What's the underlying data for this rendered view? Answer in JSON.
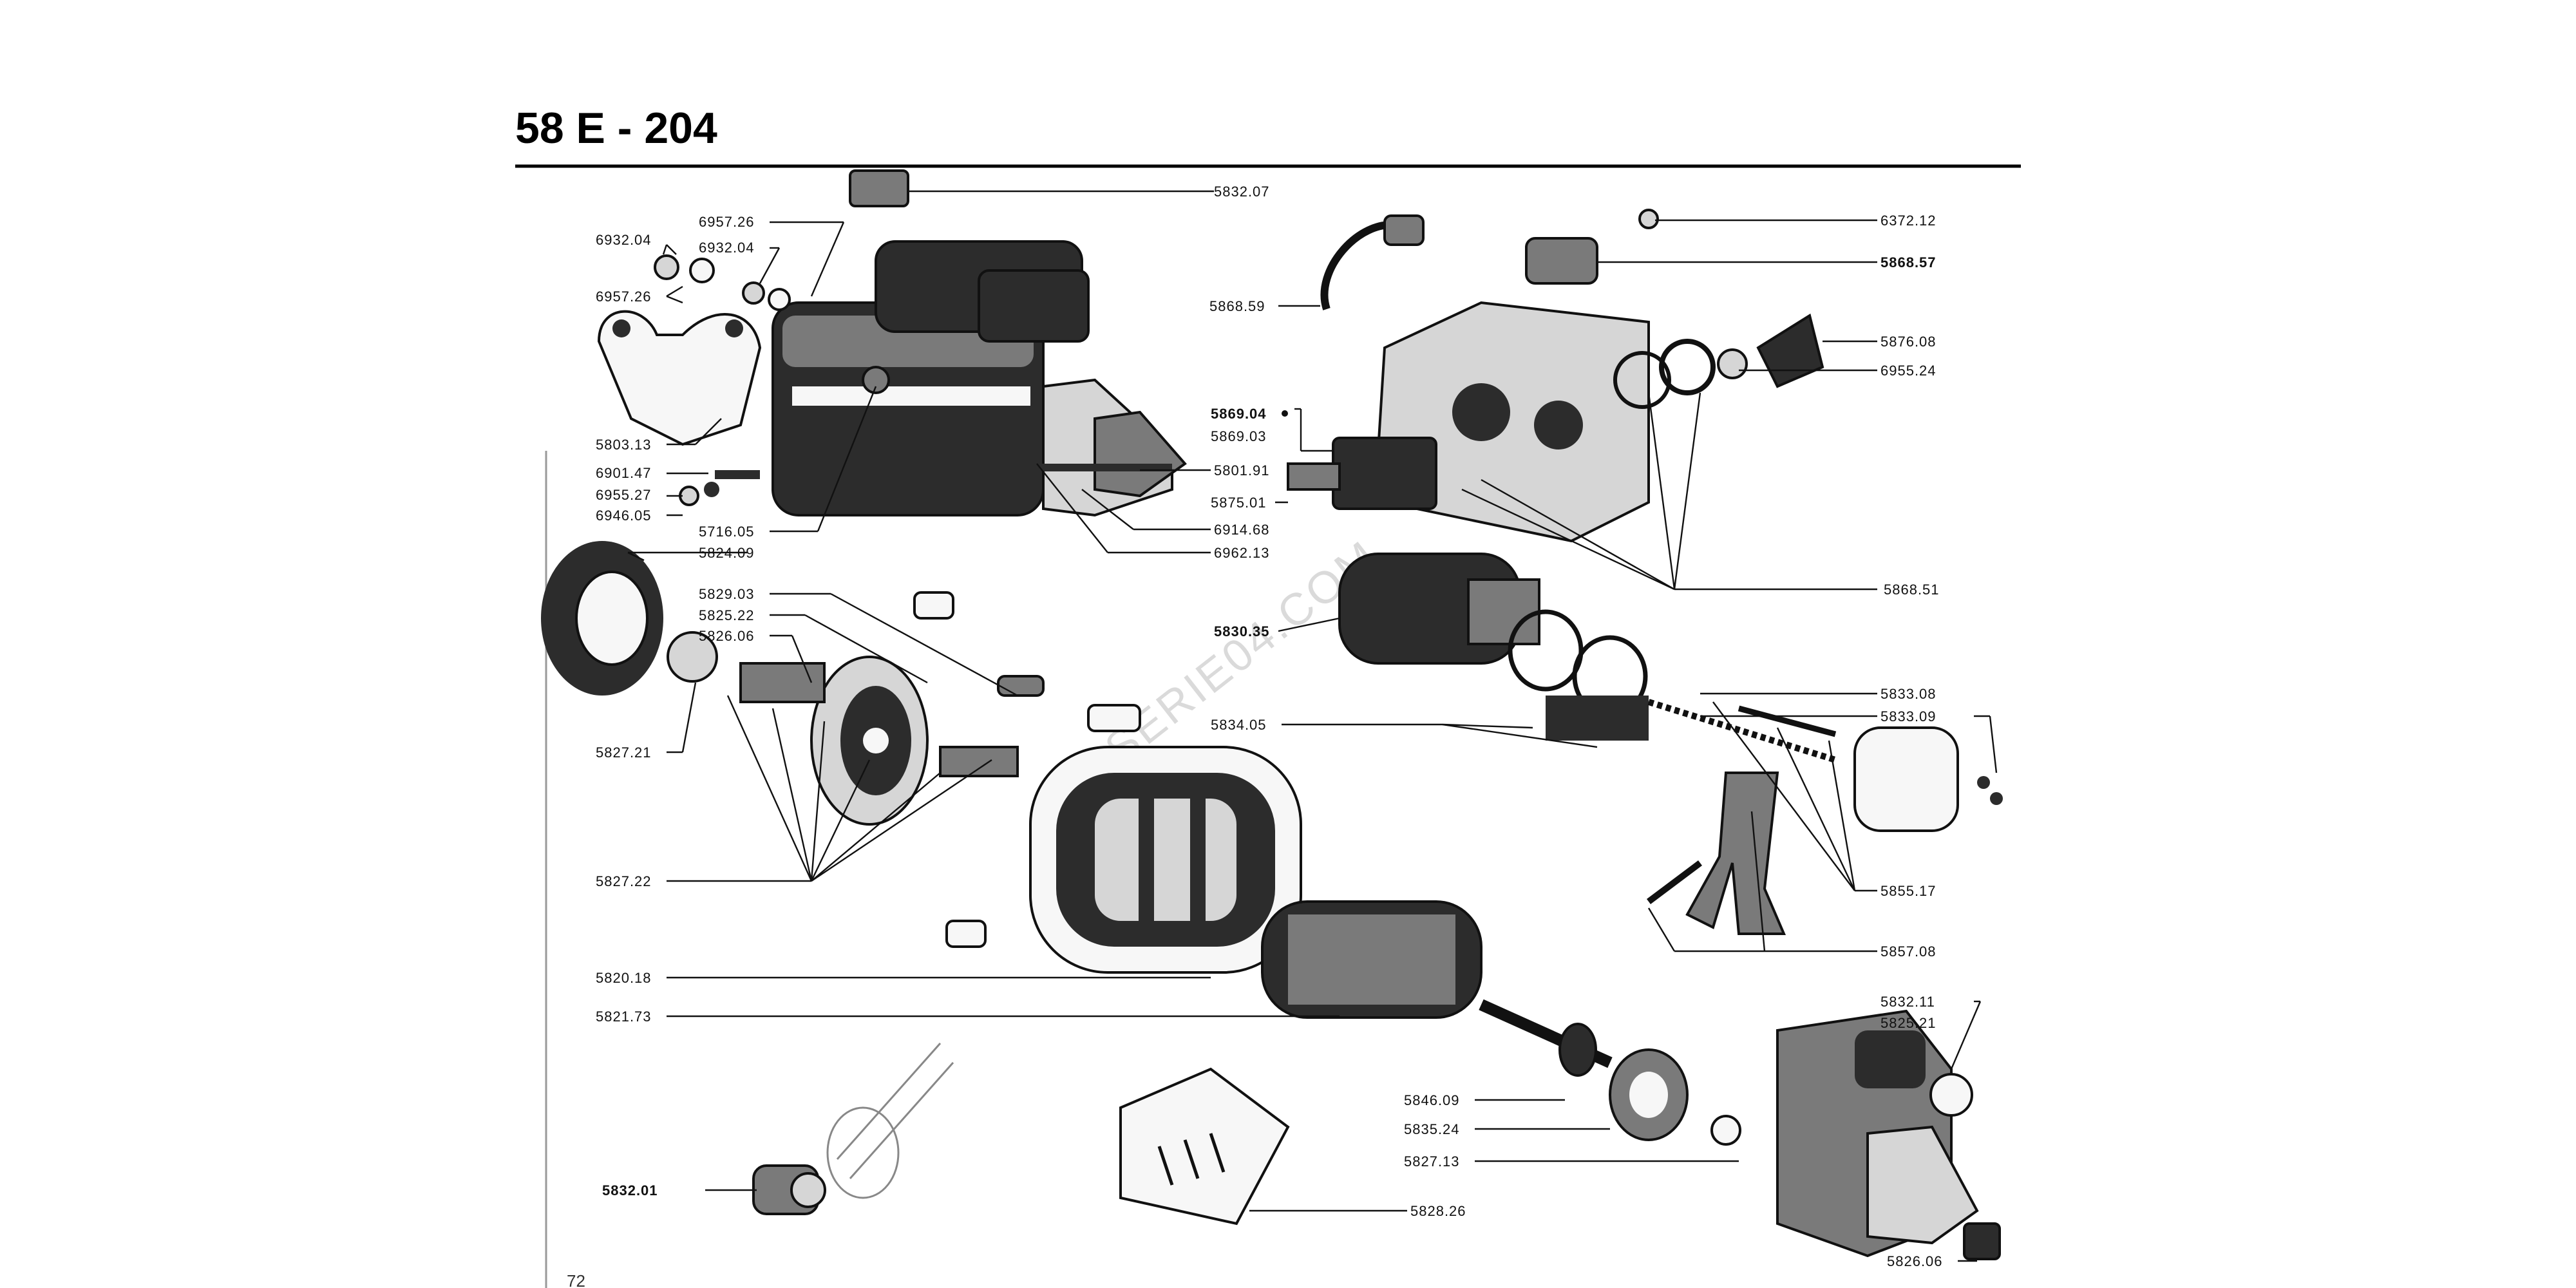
{
  "page": {
    "title": "58 E - 204",
    "page_number": "72",
    "watermark": "SERIE04.COM"
  },
  "labels": {
    "l5832_07": "5832.07",
    "l6957_26a": "6957.26",
    "l6932_04a": "6932.04",
    "l6932_04b": "6932.04",
    "l6957_26b": "6957.26",
    "l5803_13": "5803.13",
    "l6901_47": "6901.47",
    "l6955_27": "6955.27",
    "l6946_05": "6946.05",
    "l5716_05": "5716.05",
    "l5824_09": "5824.09",
    "l5801_91": "5801.91",
    "l6914_68": "6914.68",
    "l6962_13": "6962.13",
    "l5868_59": "5868.59",
    "l6372_12": "6372.12",
    "l5868_57": "5868.57",
    "l5876_08": "5876.08",
    "l6955_24": "6955.24",
    "l5869_04": "5869.04",
    "l5869_03": "5869.03",
    "l5875_01": "5875.01",
    "l5868_51": "5868.51",
    "l5830_35": "5830.35",
    "l5834_05": "5834.05",
    "l5833_08": "5833.08",
    "l5833_09": "5833.09",
    "l5855_17": "5855.17",
    "l5857_08": "5857.08",
    "l5829_03": "5829.03",
    "l5825_22": "5825.22",
    "l5826_06a": "5826.06",
    "l5827_21": "5827.21",
    "l5827_22": "5827.22",
    "l5820_18": "5820.18",
    "l5821_73": "5821.73",
    "l5832_11": "5832.11",
    "l5825_21": "5825.21",
    "l5846_09": "5846.09",
    "l5835_24": "5835.24",
    "l5827_13": "5827.13",
    "l5832_01": "5832.01",
    "l5828_26": "5828.26",
    "l5826_06b": "5826.06"
  }
}
